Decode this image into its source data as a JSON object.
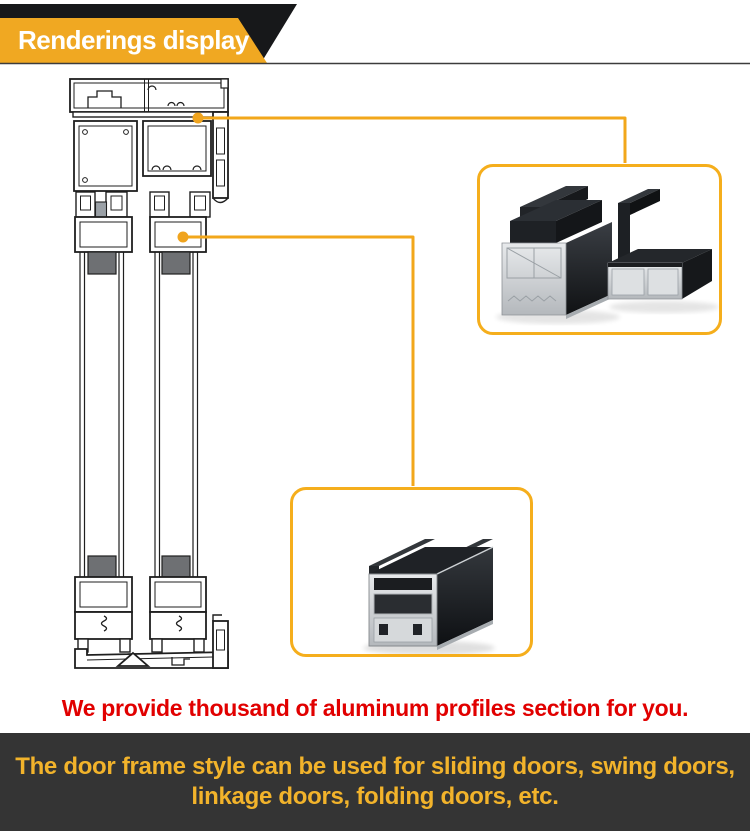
{
  "header": {
    "title": "Renderings display",
    "ribbon_color": "#F0A822",
    "ribbon_back_color": "#17181A",
    "title_color": "#FFFFFF"
  },
  "diagram": {
    "description": "door-frame-cross-section-line-drawing",
    "line_color": "#1F1F1F",
    "gasket_color": "#6E7073",
    "callouts": [
      {
        "id": 1,
        "marker": "dot",
        "target": "frame-head-profile",
        "links_to": "top-product-box"
      },
      {
        "id": 2,
        "marker": "dot",
        "target": "sash-profile",
        "links_to": "bottom-product-box"
      }
    ],
    "connector_color": "#F2A71B"
  },
  "products": {
    "top_box": {
      "border_color": "#F5AE1C",
      "content": "two-black-aluminum-frame-profile-renders"
    },
    "bottom_box": {
      "border_color": "#F5AE1C",
      "content": "single-black-aluminum-sash-profile-render"
    }
  },
  "caption": {
    "text": "We provide thousand of aluminum profiles section for you.",
    "color": "#E10000"
  },
  "footer": {
    "line1": "The door frame style can be used for sliding doors, swing doors,",
    "line2": "linkage doors, folding doors, etc.",
    "background": "#343434",
    "text_color": "#F2B32B"
  }
}
